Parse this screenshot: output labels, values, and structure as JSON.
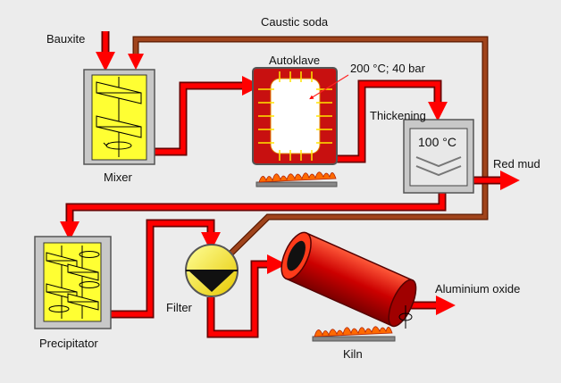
{
  "labels": {
    "bauxite": "Bauxite",
    "caustic_soda": "Caustic soda",
    "autoclave": "Autoklave",
    "autoclave_conditions": "200 °C; 40 bar",
    "thickening": "Thickening",
    "thickener_temp": "100 °C",
    "mixer": "Mixer",
    "red_mud": "Red mud",
    "precipitator": "Precipitator",
    "filter": "Filter",
    "aluminium_oxide": "Aluminium oxide",
    "kiln": "Kiln"
  },
  "colors": {
    "background": "#ececec",
    "flow_red": "#ff0000",
    "caustic_brown": "#a0441c",
    "vessel_yellow": "#ffff33",
    "equipment_grey": "#c8c8c8",
    "autoclave_body": "#c81010",
    "kiln_red": "#cc1010",
    "flame_orange": "#ff6a00"
  }
}
